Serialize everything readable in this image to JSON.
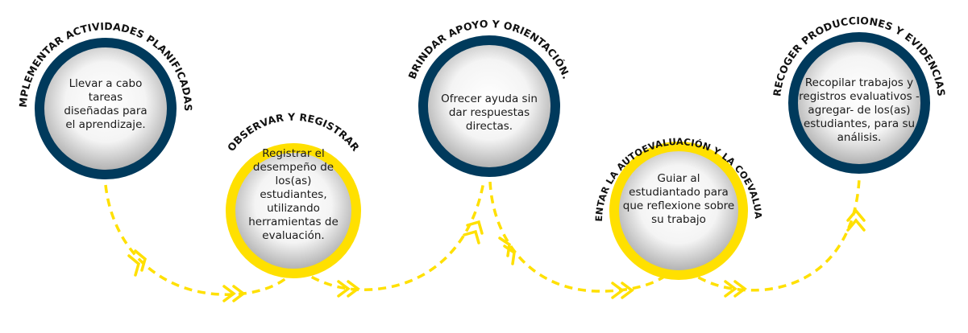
{
  "colors": {
    "navy": "#003a5c",
    "yellow": "#ffe000",
    "arrow": "#ffe000"
  },
  "steps": [
    {
      "title": "IMPLEMENTAR ACTIVIDADES PLANIFICADAS",
      "text": "Llevar a cabo tareas diseñadas para el aprendizaje.",
      "ring": "navy"
    },
    {
      "title": "OBSERVAR Y REGISTRAR",
      "text": "Registrar el desempeño de los(as) estudiantes, utilizando herramientas de evaluación.",
      "ring": "yellow"
    },
    {
      "title": "BRINDAR APOYO Y ORIENTACIÓN.",
      "text": "Ofrecer ayuda sin dar respuestas directas.",
      "ring": "navy"
    },
    {
      "title": "FOMENTAR LA AUTOEVALUACIÓN Y LA COEVALUACIÓN",
      "text": "Guiar al estudiantado para que reflexione sobre su trabajo",
      "ring": "yellow"
    },
    {
      "title": "RECOGER PRODUCCIONES Y EVIDENCIAS",
      "text": "Recopilar trabajos y registros evaluativos -agregar- de los(as) estudiantes, para su análisis.",
      "ring": "navy"
    }
  ]
}
